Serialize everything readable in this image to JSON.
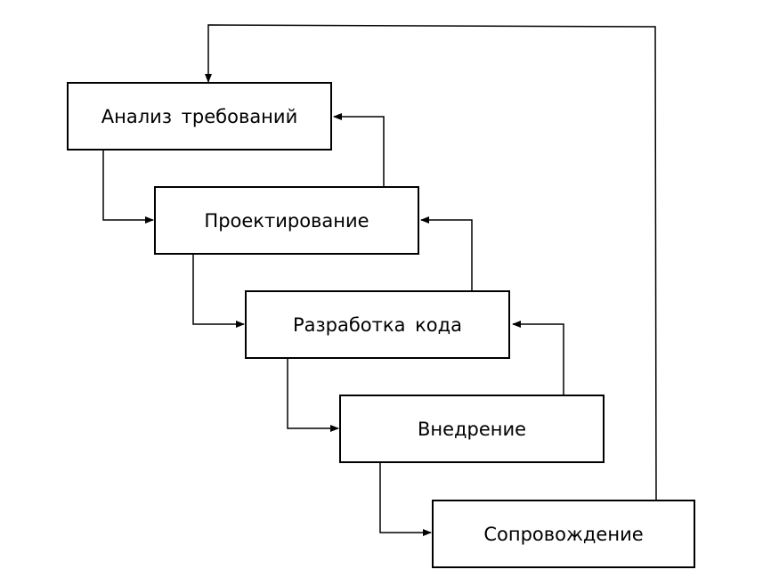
{
  "stages": [
    {
      "label": "Анализ  требований"
    },
    {
      "label": "Проектирование"
    },
    {
      "label": "Разработка  кода"
    },
    {
      "label": "Внедрение"
    },
    {
      "label": "Сопровождение"
    }
  ]
}
